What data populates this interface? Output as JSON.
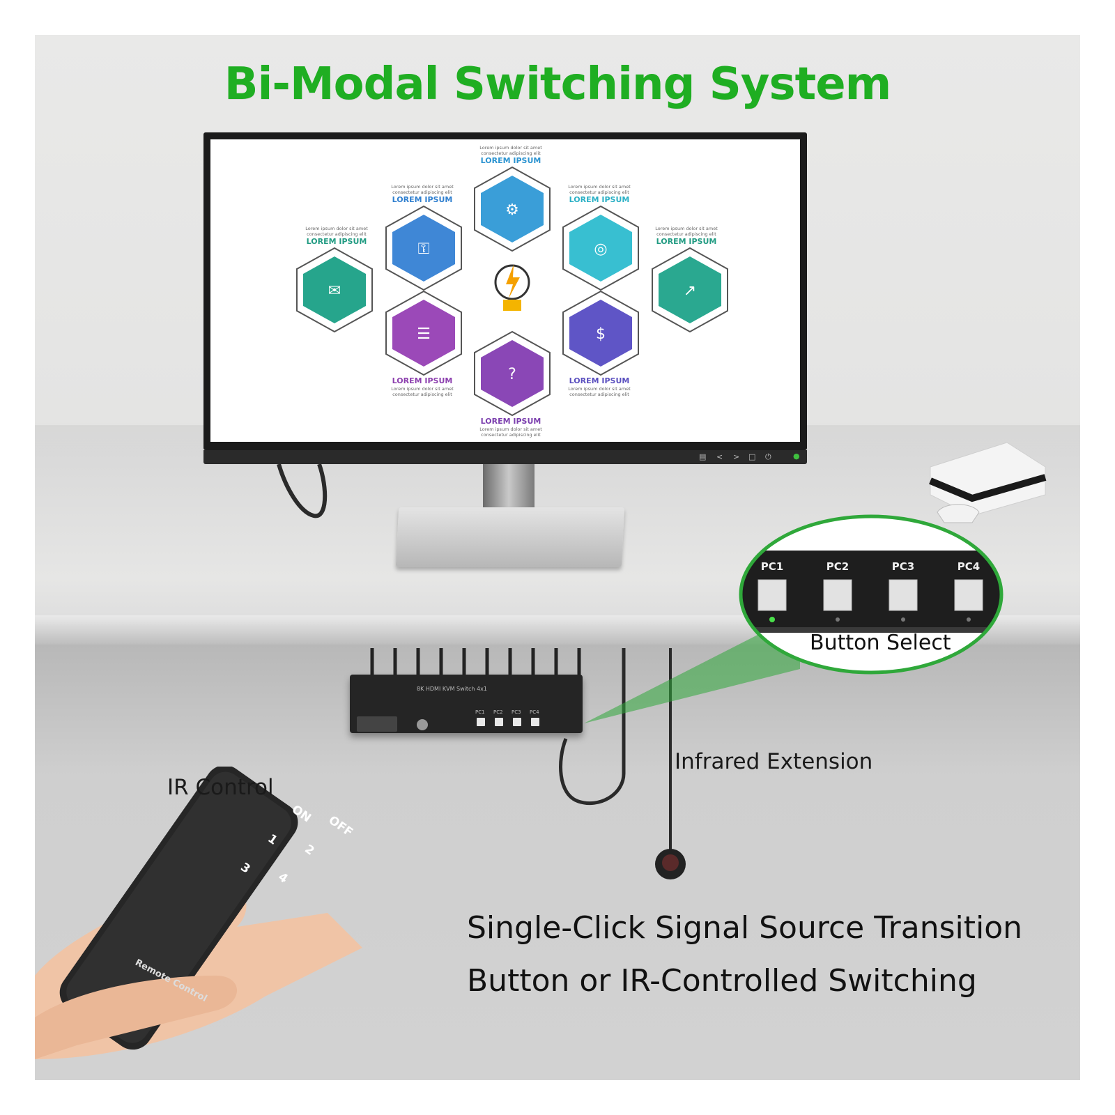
{
  "title": "Bi-Modal Switching System",
  "labels": {
    "ir_control": "IR Control",
    "infrared_extension": "Infrared Extension",
    "button_select": "Button Select"
  },
  "taglines": [
    "Single-Click Signal Source Transition",
    "Button or IR-Controlled Switching"
  ],
  "button_panel": {
    "buttons": [
      "PC1",
      "PC2",
      "PC3",
      "PC4"
    ],
    "active": "PC1"
  },
  "remote": {
    "keys": [
      "ON",
      "OFF",
      "1",
      "2",
      "3",
      "4"
    ],
    "brand_text": "Remote Control"
  },
  "kvm": {
    "title": "8K HDMI KVM Switch 4x1",
    "buttons": [
      "PC1",
      "PC2",
      "PC3",
      "PC4"
    ]
  },
  "infographic": {
    "heading": "LOREM IPSUM",
    "subtext": "Lorem ipsum dolor sit amet consectetur adipiscing elit",
    "hexagons": [
      {
        "color": "#3a9ed8",
        "icon": "gears-icon"
      },
      {
        "color": "#3f87d6",
        "icon": "key-icon"
      },
      {
        "color": "#38bfd1",
        "icon": "target-icon"
      },
      {
        "color": "#26a58c",
        "icon": "mail-icon"
      },
      {
        "color": "#2aa890",
        "icon": "chart-icon"
      },
      {
        "color": "#9b49b8",
        "icon": "document-icon"
      },
      {
        "color": "#5f55c6",
        "icon": "dollar-icon"
      },
      {
        "color": "#8a47b6",
        "icon": "question-icon"
      }
    ]
  },
  "colors": {
    "title_green": "#1fae22",
    "highlight_green": "#2fa83a",
    "text_dark": "#111111"
  }
}
